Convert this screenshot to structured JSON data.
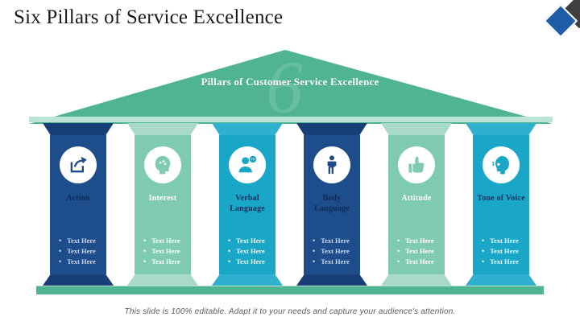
{
  "slide": {
    "title": "Six Pillars of Service Excellence",
    "roof_title": "Pillars of Customer Service Excellence",
    "watermark": "6",
    "footer": "This slide is 100% editable. Adapt it to your needs and capture your audience's attention."
  },
  "colors": {
    "roof_green": "#50b493",
    "roof_stripe": "#bce4d6",
    "base_bar": "#50b493",
    "logo_blue": "#1f5da6",
    "logo_dark": "#404040"
  },
  "pillars": [
    {
      "label": "Action",
      "icon": "share-arrow-icon",
      "color": "#1d4d8a",
      "cap_color": "#183f77",
      "heading_color": "#0f2b55",
      "text_color": "#c9d8ec",
      "bullets": [
        "Text Here",
        "Text Here",
        "Text Here"
      ]
    },
    {
      "label": "Interest",
      "icon": "thinking-head-icon",
      "color": "#7fcbb1",
      "cap_color": "#a9dac8",
      "heading_color": "#ffffff",
      "text_color": "#ffffff",
      "bullets": [
        "Text Here",
        "Text Here",
        "Text Here"
      ]
    },
    {
      "label": "Verbal Language",
      "icon": "person-speech-icon",
      "color": "#1aa7c7",
      "cap_color": "#2eb0ce",
      "heading_color": "#13305e",
      "text_color": "#e8f6fa",
      "bullets": [
        "Text Here",
        "Text Here",
        "Text Here"
      ]
    },
    {
      "label": "Body Language",
      "icon": "standing-person-icon",
      "color": "#1d4d8a",
      "cap_color": "#183f77",
      "heading_color": "#0f2b55",
      "text_color": "#c9d8ec",
      "bullets": [
        "Text Here",
        "Text Here",
        "Text Here"
      ]
    },
    {
      "label": "Attitude",
      "icon": "thumbs-up-icon",
      "color": "#7fcbb1",
      "cap_color": "#a9dac8",
      "heading_color": "#ffffff",
      "text_color": "#ffffff",
      "bullets": [
        "Text Here",
        "Text Here",
        "Text Here"
      ]
    },
    {
      "label": "Tone of Voice",
      "icon": "talking-head-icon",
      "color": "#1aa7c7",
      "cap_color": "#2eb0ce",
      "heading_color": "#13305e",
      "text_color": "#e8f6fa",
      "bullets": [
        "Text Here",
        "Text Here",
        "Text Here"
      ]
    }
  ]
}
